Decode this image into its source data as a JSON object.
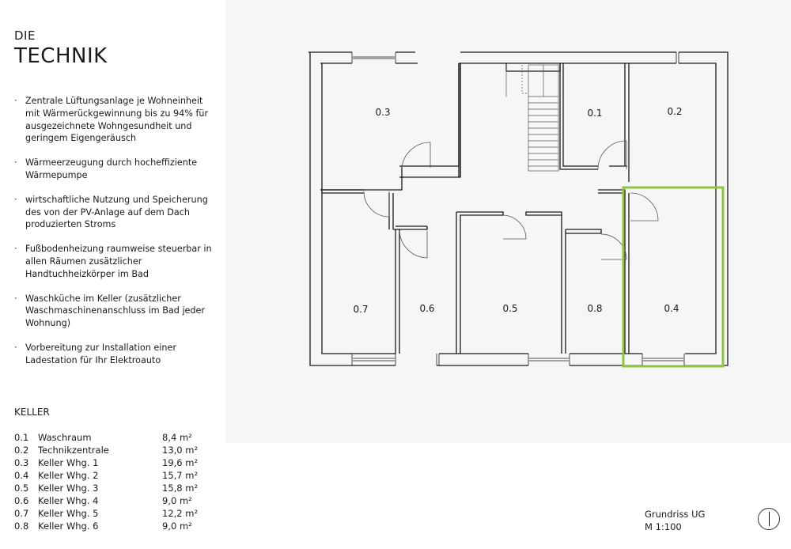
{
  "heading": {
    "small": "DIE",
    "large": "TECHNIK"
  },
  "bullets": [
    "Zentrale Lüftungsanlage je Wohneinheit mit Wärmerückgewinnung bis zu 94% für ausgezeichnete Wohngesundheit und geringem Eigengeräusch",
    "Wärmeerzeugung durch hocheffiziente Wärmepumpe",
    "wirtschaftliche Nutzung und Speicherung des von der PV-Anlage auf dem Dach produzierten Stroms",
    "Fußbodenheizung raumweise steuerbar in allen Räumen zusätzlicher Handtuchheizkörper im Bad",
    "Waschküche im Keller (zusätzlicher Waschmaschinenanschluss im Bad jeder Wohnung)",
    "Vorbereitung zur Installation einer Ladestation für Ihr Elektroauto"
  ],
  "bullet_marker": "·",
  "keller": {
    "title": "KELLER",
    "rooms": [
      {
        "num": "0.1",
        "name": "Waschraum",
        "area": "8,4 m²"
      },
      {
        "num": "0.2",
        "name": "Technikzentrale",
        "area": "13,0 m²"
      },
      {
        "num": "0.3",
        "name": "Keller Whg. 1",
        "area": "19,6 m²"
      },
      {
        "num": "0.4",
        "name": "Keller Whg. 2",
        "area": "15,7 m²"
      },
      {
        "num": "0.5",
        "name": "Keller Whg. 3",
        "area": "15,8 m²"
      },
      {
        "num": "0.6",
        "name": "Keller Whg. 4",
        "area": "9,0 m²"
      },
      {
        "num": "0.7",
        "name": "Keller Whg. 5",
        "area": "12,2 m²"
      },
      {
        "num": "0.8",
        "name": "Keller Whg. 6",
        "area": "9,0 m²"
      }
    ]
  },
  "plan": {
    "title": "Grundriss UG",
    "scale": "M 1:100",
    "room_labels": [
      "0.3",
      "0.1",
      "0.2",
      "0.7",
      "0.6",
      "0.5",
      "0.8",
      "0.4"
    ],
    "highlight_room": "0.4",
    "highlight_color": "#8cc63f",
    "wall_color": "#1a1a1a",
    "north_icon": "north-arrow-icon"
  }
}
